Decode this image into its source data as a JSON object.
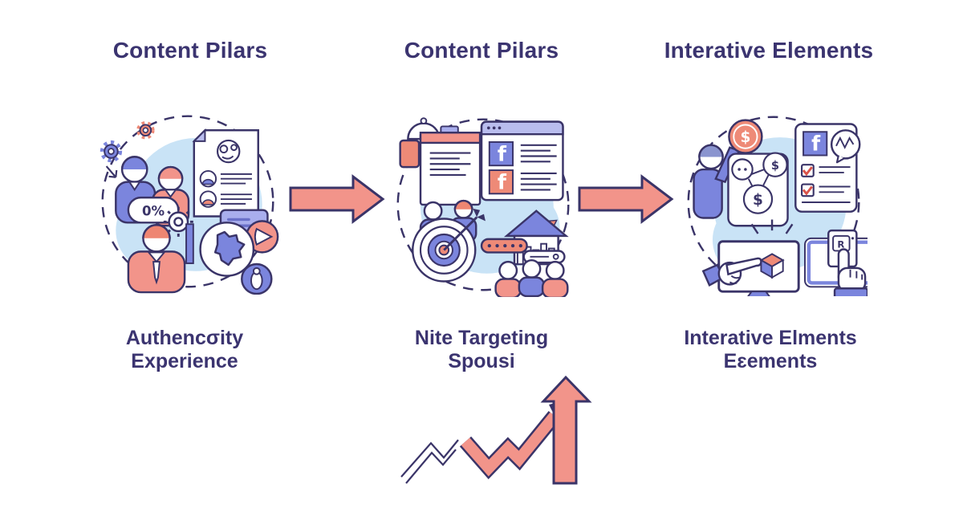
{
  "colors": {
    "background": "#ffffff",
    "heading_text": "#3b3470",
    "outline": "#3a3468",
    "arrow_fill": "#f2948a",
    "coral": "#ee8a77",
    "light_blue_blob": "#c9e3f6",
    "purple": "#7b85dd",
    "light_purple_header": "#b9bdee"
  },
  "columns": [
    {
      "title": "Content Pilars",
      "caption_line1": "Authencσity",
      "caption_line2": "Experience"
    },
    {
      "title": "Content Pilars",
      "caption_line1": "Nite Targeting",
      "caption_line2": "Spousi"
    },
    {
      "title": "Interative Elements",
      "caption_line1": "Interative Elments",
      "caption_line2": "Eɛements"
    }
  ],
  "icons": {
    "facebook_letter": "f",
    "dollar_sign": "$",
    "percent_badge": "0%",
    "card_glyph": "R"
  }
}
